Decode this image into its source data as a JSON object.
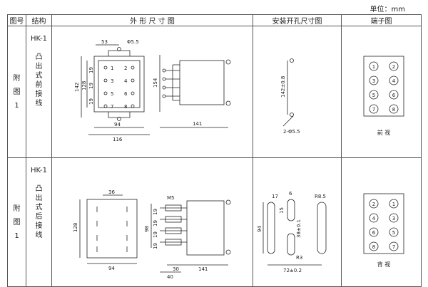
{
  "unit_label": "单位：mm",
  "headers": {
    "figure_no": "图号",
    "structure": "结构",
    "outline": "外 形 尺 寸 图",
    "mounting": "安装开孔尺寸图",
    "terminal": "端子图"
  },
  "rows": [
    {
      "figure_no": [
        "附",
        "图",
        "1"
      ],
      "structure_code": "HK-1",
      "structure_desc": [
        "凸",
        "出",
        "式",
        "前",
        "接",
        "线"
      ],
      "outline_dims": {
        "d53": "53",
        "phi": "Φ5.5",
        "d142": "142",
        "d128": "128",
        "d19a": "19",
        "d19b": "19",
        "d19c": "19",
        "d154": "154",
        "d94": "94",
        "d116": "116",
        "d141": "141"
      },
      "pin_labels": [
        "1",
        "2",
        "3",
        "4",
        "5",
        "6",
        "7",
        "8"
      ],
      "mounting_dims": {
        "d142": "142±0.8",
        "phi": "2-Φ5.5"
      },
      "terminals": [
        "1",
        "2",
        "3",
        "4",
        "5",
        "6",
        "7",
        "8"
      ],
      "view_label": "前  视"
    },
    {
      "figure_no": [
        "附",
        "图",
        "1"
      ],
      "structure_code": "HK-1",
      "structure_desc": [
        "凸",
        "出",
        "式",
        "后",
        "接",
        "线"
      ],
      "outline_dims": {
        "d36": "36",
        "d128": "128",
        "d94": "94",
        "m5": "M5",
        "d98": "98",
        "d19": [
          "19",
          "19",
          "19",
          "19"
        ],
        "d30": "30",
        "d40": "40",
        "d141": "141"
      },
      "mounting_dims": {
        "d17": "17",
        "d6": "6",
        "r85": "R8.5",
        "d15": "15",
        "d94": "94",
        "d38": "38±0.1",
        "r3": "R3",
        "d72": "72±0.2"
      },
      "terminals": [
        "2",
        "1",
        "4",
        "3",
        "6",
        "5",
        "8",
        "7"
      ],
      "view_label": "背  视"
    }
  ]
}
